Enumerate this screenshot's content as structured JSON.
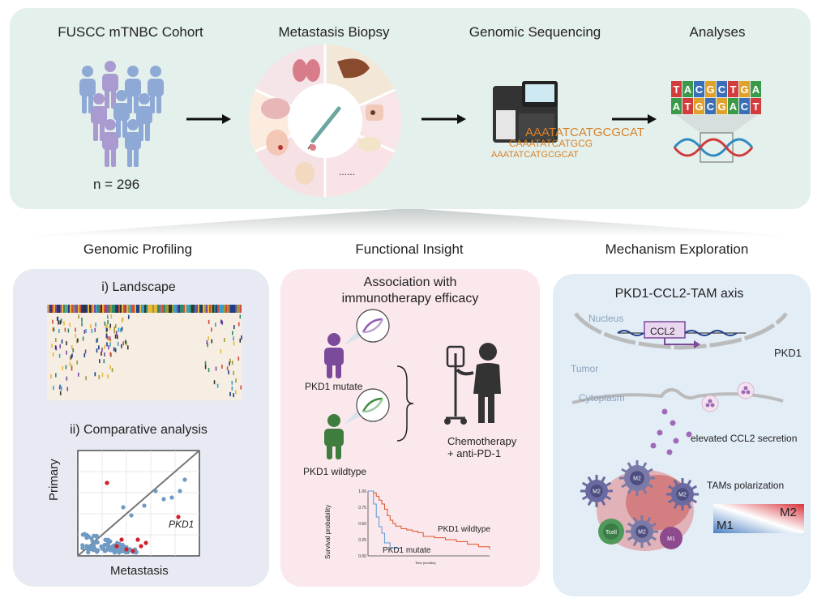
{
  "pipeline": {
    "stages": [
      {
        "title": "FUSCC mTNBC Cohort"
      },
      {
        "title": "Metastasis Biopsy"
      },
      {
        "title": "Genomic Sequencing"
      },
      {
        "title": "Analyses"
      }
    ],
    "cohort_size": "n = 296",
    "biopsy_more": "......",
    "dna_sequences": [
      "AAATATCATGCGCAT",
      "CAAATATCATGCG",
      "AAATATCATGCGCAT"
    ],
    "analysis_letters_top": [
      "T",
      "A",
      "C",
      "G",
      "C",
      "T",
      "G",
      "A"
    ],
    "analysis_letters_bottom": [
      "A",
      "T",
      "G",
      "C",
      "G",
      "A",
      "C",
      "T"
    ]
  },
  "sections": {
    "genomic": {
      "title": "Genomic Profiling",
      "landscape_label": "i) Landscape",
      "comparative_label": "ii) Comparative analysis",
      "x_label": "Metastasis",
      "y_label": "Primary",
      "gene_label": "PKD1"
    },
    "functional": {
      "title": "Functional Insight",
      "heading_line1": "Association with",
      "heading_line2": "immunotherapy efficacy",
      "mutate_label": "PKD1 mutate",
      "wildtype_label": "PKD1 wildtype",
      "treatment_line1": "Chemotherapy",
      "treatment_line2": "+ anti-PD-1",
      "km_y_label": "Survival probability",
      "km_x_label": "Time (months)",
      "km_wildtype_label": "PKD1 wildtype",
      "km_mutate_label": "PKD1 mutate",
      "km_ticks": [
        "1.00",
        "0.75",
        "0.50",
        "0.25",
        "0.00"
      ]
    },
    "mechanism": {
      "title": "Mechanism Exploration",
      "heading": "PKD1-CCL2-TAM axis",
      "nucleus": "Nucleus",
      "gene": "CCL2",
      "pkd1": "PKD1",
      "tumor": "Tumor",
      "cytoplasm": "Cytoplasm",
      "secretion": "elevated CCL2 secretion",
      "polarization": "TAMs polarization",
      "m1": "M1",
      "m2": "M2",
      "tcell": "Tcell",
      "cell_m2": "M2",
      "cell_m1": "M1"
    }
  },
  "colors": {
    "top_panel": "#e4f0ec",
    "genomic_panel": "#e7eaf2",
    "functional_panel": "#fae8ec",
    "mechanism_panel": "#e3edf6",
    "person_blue": "#8fa9d6",
    "person_purple": "#a99bd0",
    "mutate_purple": "#7b4a9a",
    "wildtype_green": "#3f7d3f",
    "scatter_blue": "#6f9ac4",
    "scatter_red": "#d21e2a",
    "km_red": "#e0522a",
    "km_blue": "#5b9bd5"
  },
  "chart_data": {
    "type": "line",
    "title": "",
    "xlabel": "Time (months)",
    "ylabel": "Survival probability",
    "ylim": [
      0,
      1
    ],
    "yticks": [
      0,
      0.25,
      0.5,
      0.75,
      1.0
    ],
    "series": [
      {
        "name": "PKD1 wildtype",
        "x": [
          0,
          2,
          3,
          4,
          5,
          6,
          7,
          8,
          9,
          10,
          12,
          14,
          16,
          18,
          20,
          24,
          28,
          32,
          36,
          40,
          44
        ],
        "y": [
          1.0,
          0.97,
          0.92,
          0.86,
          0.8,
          0.72,
          0.62,
          0.55,
          0.5,
          0.46,
          0.42,
          0.4,
          0.38,
          0.36,
          0.3,
          0.28,
          0.25,
          0.22,
          0.18,
          0.14,
          0.1
        ]
      },
      {
        "name": "PKD1 mutate",
        "x": [
          0,
          2,
          3,
          4,
          5,
          6,
          8,
          12
        ],
        "y": [
          1.0,
          0.8,
          0.6,
          0.45,
          0.35,
          0.2,
          0.12,
          0.12
        ]
      }
    ]
  }
}
